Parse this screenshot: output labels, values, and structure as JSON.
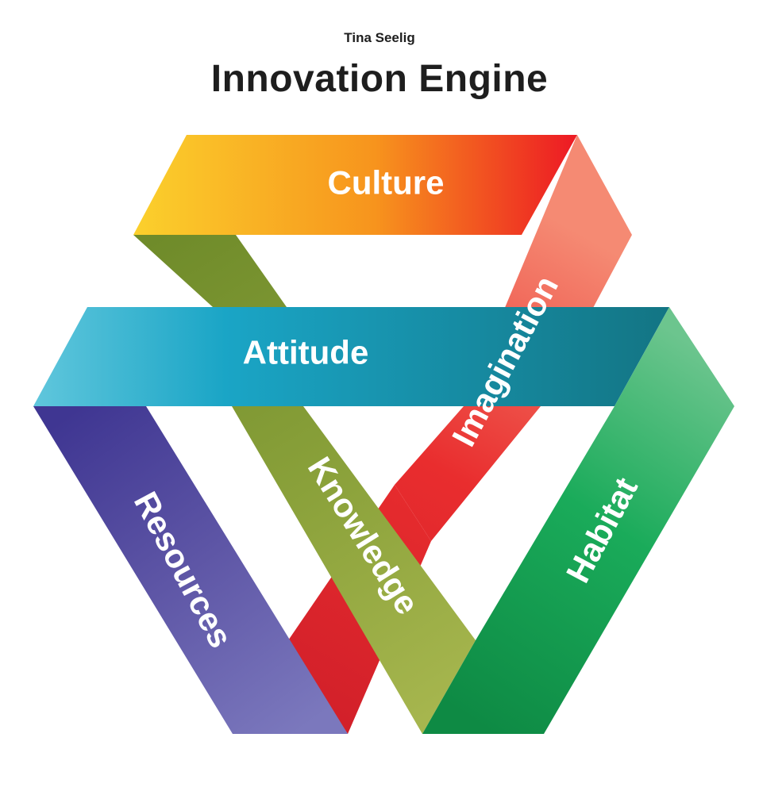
{
  "author": "Tina Seelig",
  "title": "Innovation Engine",
  "bands": {
    "culture": "Culture",
    "imagination": "Imagination",
    "attitude": "Attitude",
    "habitat": "Habitat",
    "resources": "Resources",
    "knowledge": "Knowledge"
  },
  "colors": {
    "culture": [
      "#fbd02c",
      "#f7941d",
      "#ed1c24"
    ],
    "imagination": [
      "#f58a73",
      "#e92d2e",
      "#d2202a"
    ],
    "attitude": [
      "#5fc6dc",
      "#1aa5c6",
      "#137584"
    ],
    "habitat": [
      "#6cc58e",
      "#1aab5a",
      "#0e8a44"
    ],
    "resources": [
      "#3f3692",
      "#5e56a6",
      "#7b78bd"
    ],
    "knowledge": [
      "#6f8b2a",
      "#8aa13a",
      "#a9b850"
    ]
  }
}
